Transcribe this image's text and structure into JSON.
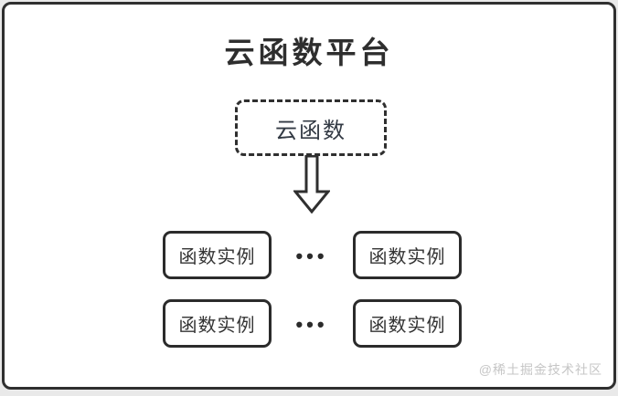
{
  "diagram": {
    "title": "云函数平台",
    "root_node": {
      "label": "云函数"
    },
    "rows": [
      {
        "left": "函数实例",
        "dots": "•••",
        "right": "函数实例"
      },
      {
        "left": "函数实例",
        "dots": "•••",
        "right": "函数实例"
      }
    ],
    "watermark": "@稀土掘金技术社区",
    "colors": {
      "border": "#2f2f2f",
      "title_text": "#2e2e2e",
      "node_text": "#333333",
      "watermark_text": "#c6c6c6",
      "card_background": "#ffffff",
      "page_background": "#e9e9e9"
    }
  }
}
